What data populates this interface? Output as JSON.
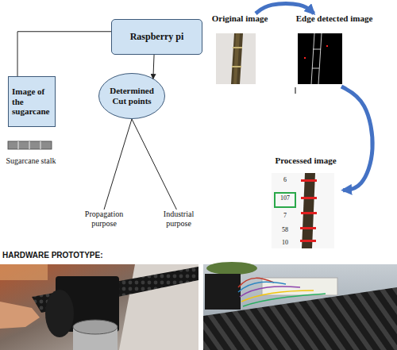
{
  "diagram": {
    "nodes": [
      {
        "text": [
          "Raspberry pi"
        ]
      },
      {
        "text": [
          "Image of the sugarcane"
        ]
      },
      {
        "text": [
          "Determined Cut points"
        ]
      },
      {
        "text": [
          "Propagation purpose"
        ]
      },
      {
        "text": [
          "Industrial purpose"
        ]
      },
      {
        "text": [
          "Original image"
        ]
      },
      {
        "text": [
          "Edge detected image"
        ]
      },
      {
        "text": [
          "Processed image"
        ]
      }
    ],
    "edges": [
      {
        "from": 0,
        "to": 1,
        "arrow": "none"
      },
      {
        "from": 0,
        "to": 2,
        "arrow": "to"
      },
      {
        "from": 2,
        "to": 3,
        "arrow": "none"
      },
      {
        "from": 2,
        "to": 4,
        "arrow": "none"
      },
      {
        "from": 5,
        "to": 6,
        "arrow": "to"
      },
      {
        "from": 6,
        "to": 7,
        "arrow": "to"
      }
    ],
    "labels": [
      "Sugarcane stalk",
      "6",
      "107",
      "7",
      "58",
      "10",
      "HARDWARE PROTOTYPE:"
    ]
  }
}
